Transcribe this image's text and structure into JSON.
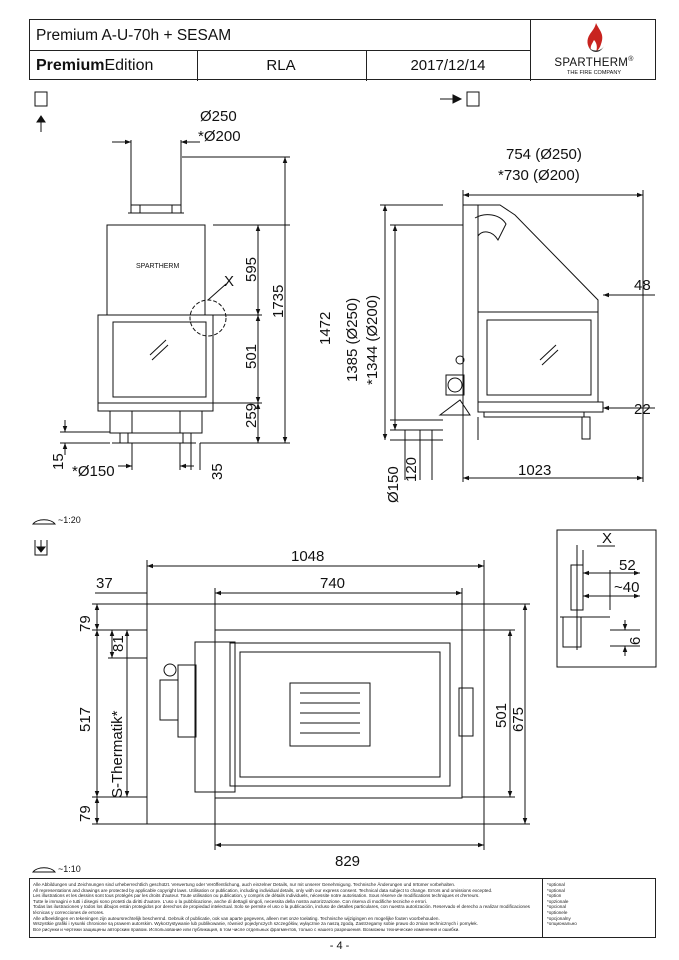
{
  "header": {
    "model": "Premium A-U-70h + SESAM",
    "edition_bold": "Premium",
    "edition_rest": "Edition",
    "code": "RLA",
    "date": "2017/12/14",
    "brand": "SPARTHERM",
    "brand_mark": "®",
    "tagline": "THE FIRE COMPANY"
  },
  "front_view": {
    "d_top": "Ø250",
    "d_top_opt": "*Ø200",
    "dim_595": "595",
    "dim_501": "501",
    "dim_259": "259",
    "dim_1735": "1735",
    "dim_15": "15",
    "d_bottom": "*Ø150",
    "dim_35": "35",
    "detail_mark": "X",
    "logo": "SPARTHERM"
  },
  "side_view": {
    "depth_top": "754 (Ø250)",
    "depth_top_opt": "*730 (Ø200)",
    "dim_48": "48",
    "dim_22": "22",
    "dim_1472": "1472",
    "dim_1385": "1385 (Ø250)",
    "dim_1344": "*1344 (Ø200)",
    "d_bottom": "Ø150",
    "dim_120": "120",
    "dim_1023": "1023"
  },
  "plan_view": {
    "dim_1048": "1048",
    "dim_740": "740",
    "dim_37": "37",
    "dim_79_top": "79",
    "dim_81": "81",
    "dim_517": "517",
    "s_thermatik": "S-Thermatik*",
    "dim_79_bot": "79",
    "dim_501": "501",
    "dim_675": "675",
    "dim_829": "829"
  },
  "detail": {
    "mark": "X",
    "dim_52": "52",
    "dim_40": "~40",
    "dim_6": "6"
  },
  "scales": {
    "top": "~1:20",
    "bottom": "~1:10"
  },
  "footer": {
    "lines": [
      "Alle Abbildungen und Zeichnungen sind urheberrechtlich geschützt. Verwertung oder Veröffentlichung, auch einzelner Details, nur mit unserer Genehmigung. Technische Änderungen und Irrtümer vorbehalten.",
      "All representations and drawings are protected by applicable copyright laws. Utilisation or publication, including individual details, only with our express consent. Technical data subject to change. Errors and omissions excepted.",
      "Les illustrations et les dessins sont tous protégés par les droits d'auteur. Toute utilisation ou publication, y compris de détails individuels, nécessite notre autorisation. Sous réserve de modifications techniques et d'erreurs.",
      "Tutte le immagini e tutti i disegni sono protetti da diritti d'autore. L'uso o la pubblicazione, anche di dettagli singoli, necessita della nostra autorizzazione. Con riserva di modifiche tecniche e errori.",
      "Todas las ilustraciones y todos los dibujos están protegidos por derechos de propiedad intelectual. Solo se permite el uso o la publicación, incluso de detalles particulares, con nuestra autorización. Reservado el derecho a realizar modificaciones técnicas y correcciones de errores.",
      "Alle afbeeldingen en tekeningen zijn auteursrechtelijk beschermd. Gebruik of publicatie, ook van aparte gegevens, alleen met onze toelating. Technische wijzigingen en mogelijke fouten voorbehouden.",
      "Wszystkie grafiki i rysunki chronione są prawem autorskim. Wykorzystywanie lub publikowanie, również pojedynczych szczegółów, wyłącznie za naszą zgodą. Zastrzegamy sobie prawo do zmian technicznych i pomyłek.",
      "Все рисунки и чертежи защищены авторским правом. Использование или публикация, в том числе отдельных фрагментов, только с нашего разрешения. Возможны технические изменения и ошибки."
    ],
    "options": [
      "*optional",
      "*optional",
      "*option",
      "*opzionale",
      "*opcional",
      "*optionele",
      "*opcjonalny",
      "*опционально"
    ]
  },
  "page_number": "- 4 -"
}
